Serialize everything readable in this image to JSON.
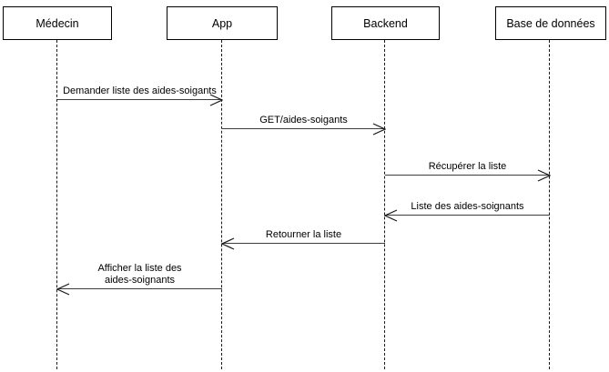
{
  "diagram": {
    "type": "uml-sequence-diagram",
    "colors": {
      "background": "#ffffff",
      "box_border": "#000000",
      "text": "#000000",
      "arrow_line": "#3d3d3d"
    },
    "participants": [
      {
        "name": "Médecin"
      },
      {
        "name": "App"
      },
      {
        "name": "Backend"
      },
      {
        "name": "Base de données"
      }
    ],
    "messages": [
      {
        "from": "Médecin",
        "to": "App",
        "label": "Demander liste des aides-soigants",
        "direction": "right"
      },
      {
        "from": "App",
        "to": "Backend",
        "label": "GET/aides-soigants",
        "direction": "right"
      },
      {
        "from": "Backend",
        "to": "Base de données",
        "label": "Récupérer la liste",
        "direction": "right"
      },
      {
        "from": "Base de données",
        "to": "Backend",
        "label": "Liste des aides-soignants",
        "direction": "left"
      },
      {
        "from": "Backend",
        "to": "App",
        "label": "Retourner la liste",
        "direction": "left"
      },
      {
        "from": "App",
        "to": "Médecin",
        "label": "Afficher la liste des\naides-soignants",
        "direction": "left"
      }
    ]
  }
}
